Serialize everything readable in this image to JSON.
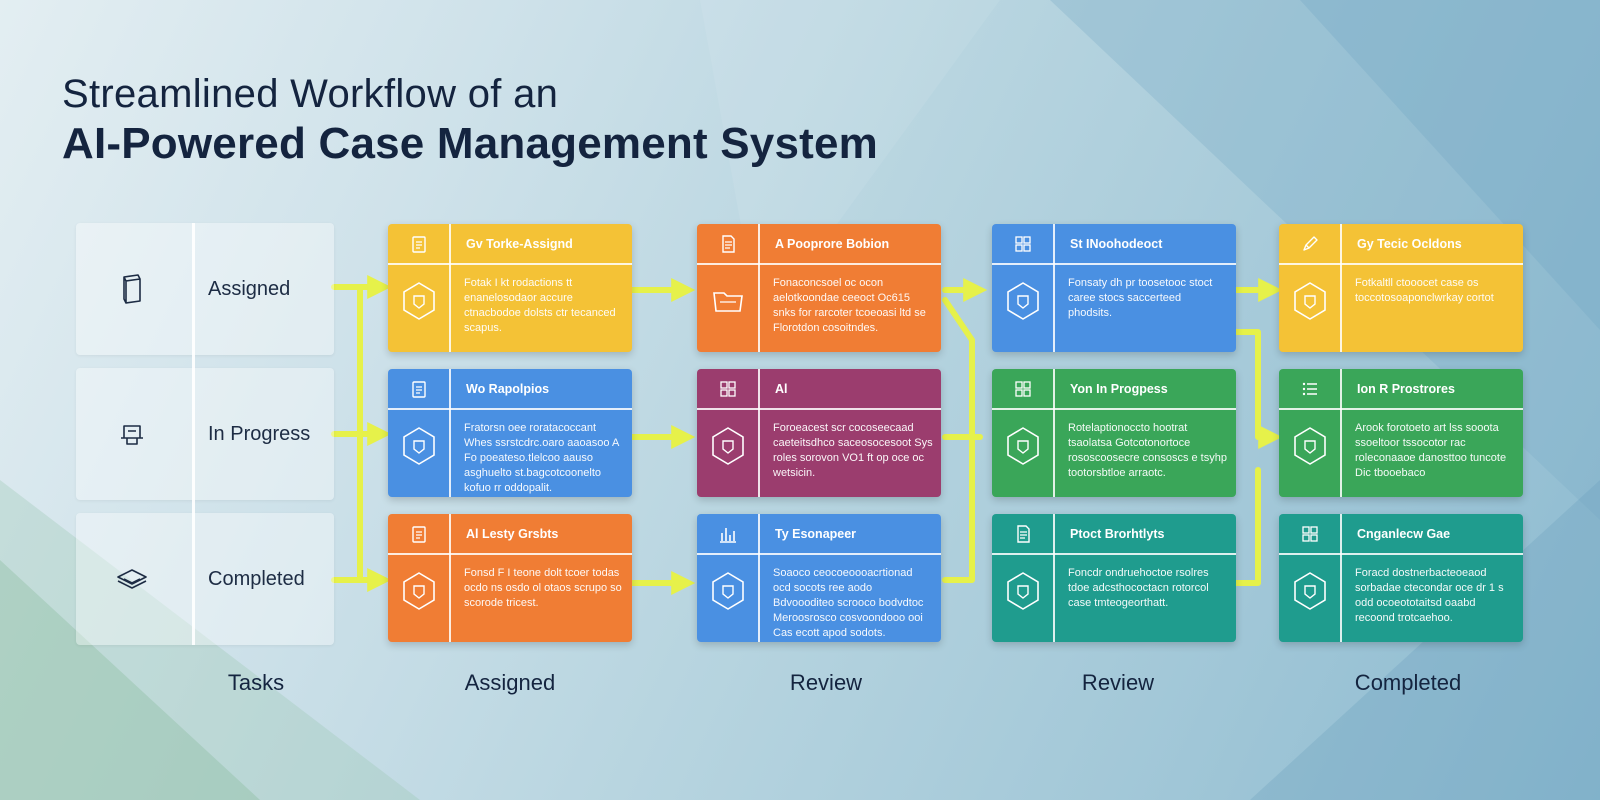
{
  "title": {
    "line1": "Streamlined Workflow of an",
    "line2": "AI-Powered Case Management System"
  },
  "colors": {
    "yellow": "#f4c236",
    "orange": "#f07d34",
    "blue": "#4a90e2",
    "magenta": "#9b3d6e",
    "green": "#3aa659",
    "teal": "#1f9c8e",
    "arrow": "#e6f14a",
    "title": "#14243f"
  },
  "tasks": [
    {
      "label": "Assigned",
      "icon": "box-icon"
    },
    {
      "label": "In Progress",
      "icon": "inbox-tray-icon"
    },
    {
      "label": "Completed",
      "icon": "stack-layers-icon"
    }
  ],
  "columns": [
    {
      "label": "Tasks"
    },
    {
      "label": "Assigned"
    },
    {
      "label": "Review"
    },
    {
      "label": "Review"
    },
    {
      "label": "Completed"
    }
  ],
  "cards": [
    {
      "title": "Gv Torke-Assignd",
      "body": "Fotak I kt rodactions tt enanelosodaor accure ctnacbodoe dolsts ctr tecanced scapus.",
      "color": "#f4c236",
      "header_icon": "clipboard-icon",
      "body_icon": "hex-shield-icon"
    },
    {
      "title": "Wo Rapolpios",
      "body": "Fratorsn oee roratacoccant Whes ssrstcdrc.oaro aaoasoo A Fo poeateso.tlelcoo aauso asghuelto st.bagcotcoonelto kofuo rr oddopalit.",
      "color": "#4a90e2",
      "header_icon": "clipboard-icon",
      "body_icon": "hex-shield-icon"
    },
    {
      "title": "Al Lesty Grsbts",
      "body": "Fonsd F I teone dolt tcoer todas ocdo ns osdo ol otaos scrupo so scorode tricest.",
      "color": "#f07d34",
      "header_icon": "clipboard-icon",
      "body_icon": "hex-shield-icon"
    },
    {
      "title": "A Pooprore Bobion",
      "body": "Fonaconcsoel oc ocon aelotkoondae ceeoct Oc615 snks for rarcoter tcoeoasi ltd se Florotdon cosoitndes.",
      "color": "#f07d34",
      "header_icon": "document-icon",
      "body_icon": "folder-icon"
    },
    {
      "title": "Al",
      "body": "Foroeacest scr cocoseecaad caeteitsdhco saceosocesoot Sys roles sorovon VO1 ft op oce oc wetsicin.",
      "color": "#9b3d6e",
      "header_icon": "grid-icon",
      "body_icon": "hex-shield-icon"
    },
    {
      "title": "Ty Esonapeer",
      "body": "Soaoco ceocoeoooacrtionad ocd socots ree aodo Bdvoooditeo scrooco bodvdtoc Meroosrosco cosvoondooo ooi Cas ecott apod sodots.",
      "color": "#4a90e2",
      "header_icon": "bar-chart-icon",
      "body_icon": "hex-shield-icon"
    },
    {
      "title": "St INoohodeoct",
      "body": "Fonsaty dh pr toosetooc stoct caree stocs saccerteed phodsits.",
      "color": "#4a90e2",
      "header_icon": "grid-icon",
      "body_icon": "hex-shield-icon"
    },
    {
      "title": "Yon In Progpess",
      "body": "Rotelaptionoccto hootrat tsaolatsa Gotcotonortoce rososcoosecre consoscs e tsyhp tootorsbtloe arraotc.",
      "color": "#3aa659",
      "header_icon": "grid-icon",
      "body_icon": "hex-shield-icon"
    },
    {
      "title": "Ptoct Brorhtlyts",
      "body": "Foncdr ondruehoctoe rsolres tdoe adcsthococtacn rotorcol case tmteogeorthatt.",
      "color": "#1f9c8e",
      "header_icon": "document-icon",
      "body_icon": "hex-shield-icon"
    },
    {
      "title": "Gy Tecic Ocldons",
      "body": "Fotkaltll ctooocet case os toccotosoaponclwrkay cortot",
      "color": "#f4c236",
      "header_icon": "pencil-icon",
      "body_icon": "hex-shield-icon"
    },
    {
      "title": "Ion R Prostrores",
      "body": "Arook forotoeto art lss sooota ssoeltoor tssocotor rac roleconaaoe danosttoo tuncote Dic tbooebaco",
      "color": "#3aa659",
      "header_icon": "list-icon",
      "body_icon": "hex-shield-icon"
    },
    {
      "title": "Cnganlecw Gae",
      "body": "Foracd dostnerbacteoeaod sorbadae ctecondar oce dr 1 s odd ocoeototaitsd oaabd recoond trotcaehoo.",
      "color": "#1f9c8e",
      "header_icon": "grid-icon",
      "body_icon": "hex-shield-icon"
    }
  ]
}
